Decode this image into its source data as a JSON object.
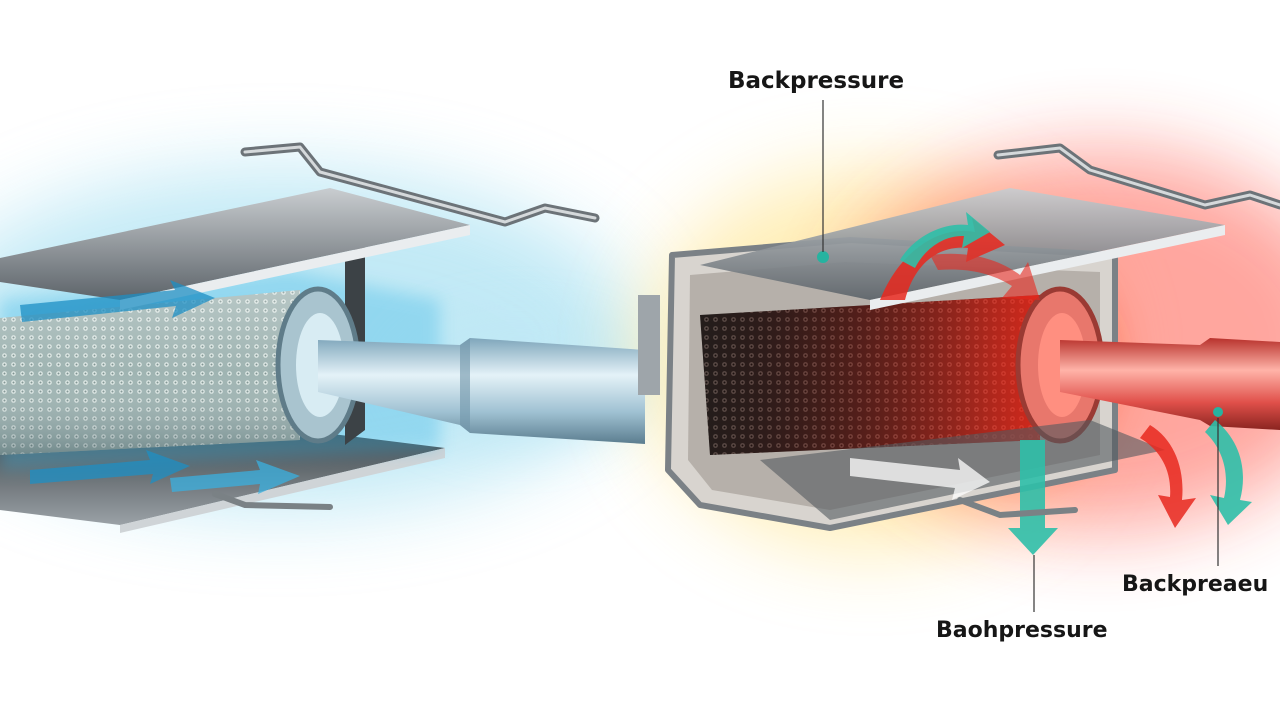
{
  "labels": {
    "top": "Backpressure",
    "bottom": "Baohpressure",
    "right": "Backpreaeu"
  },
  "colors": {
    "cool_glow": "#8fd8ee",
    "hot_glow": "#ff3a2a",
    "warm_glow": "#ffe07a",
    "metal": "#8d949b",
    "pipe_cool": "#a8c9d8",
    "pipe_hot": "#e0504a",
    "arrow_teal": "#2fbfa8",
    "arrow_red": "#e8281e",
    "label_text": "#161616"
  },
  "icons": [
    "cool-flow-arrow",
    "hot-flow-arrow",
    "teal-flow-arrow"
  ]
}
